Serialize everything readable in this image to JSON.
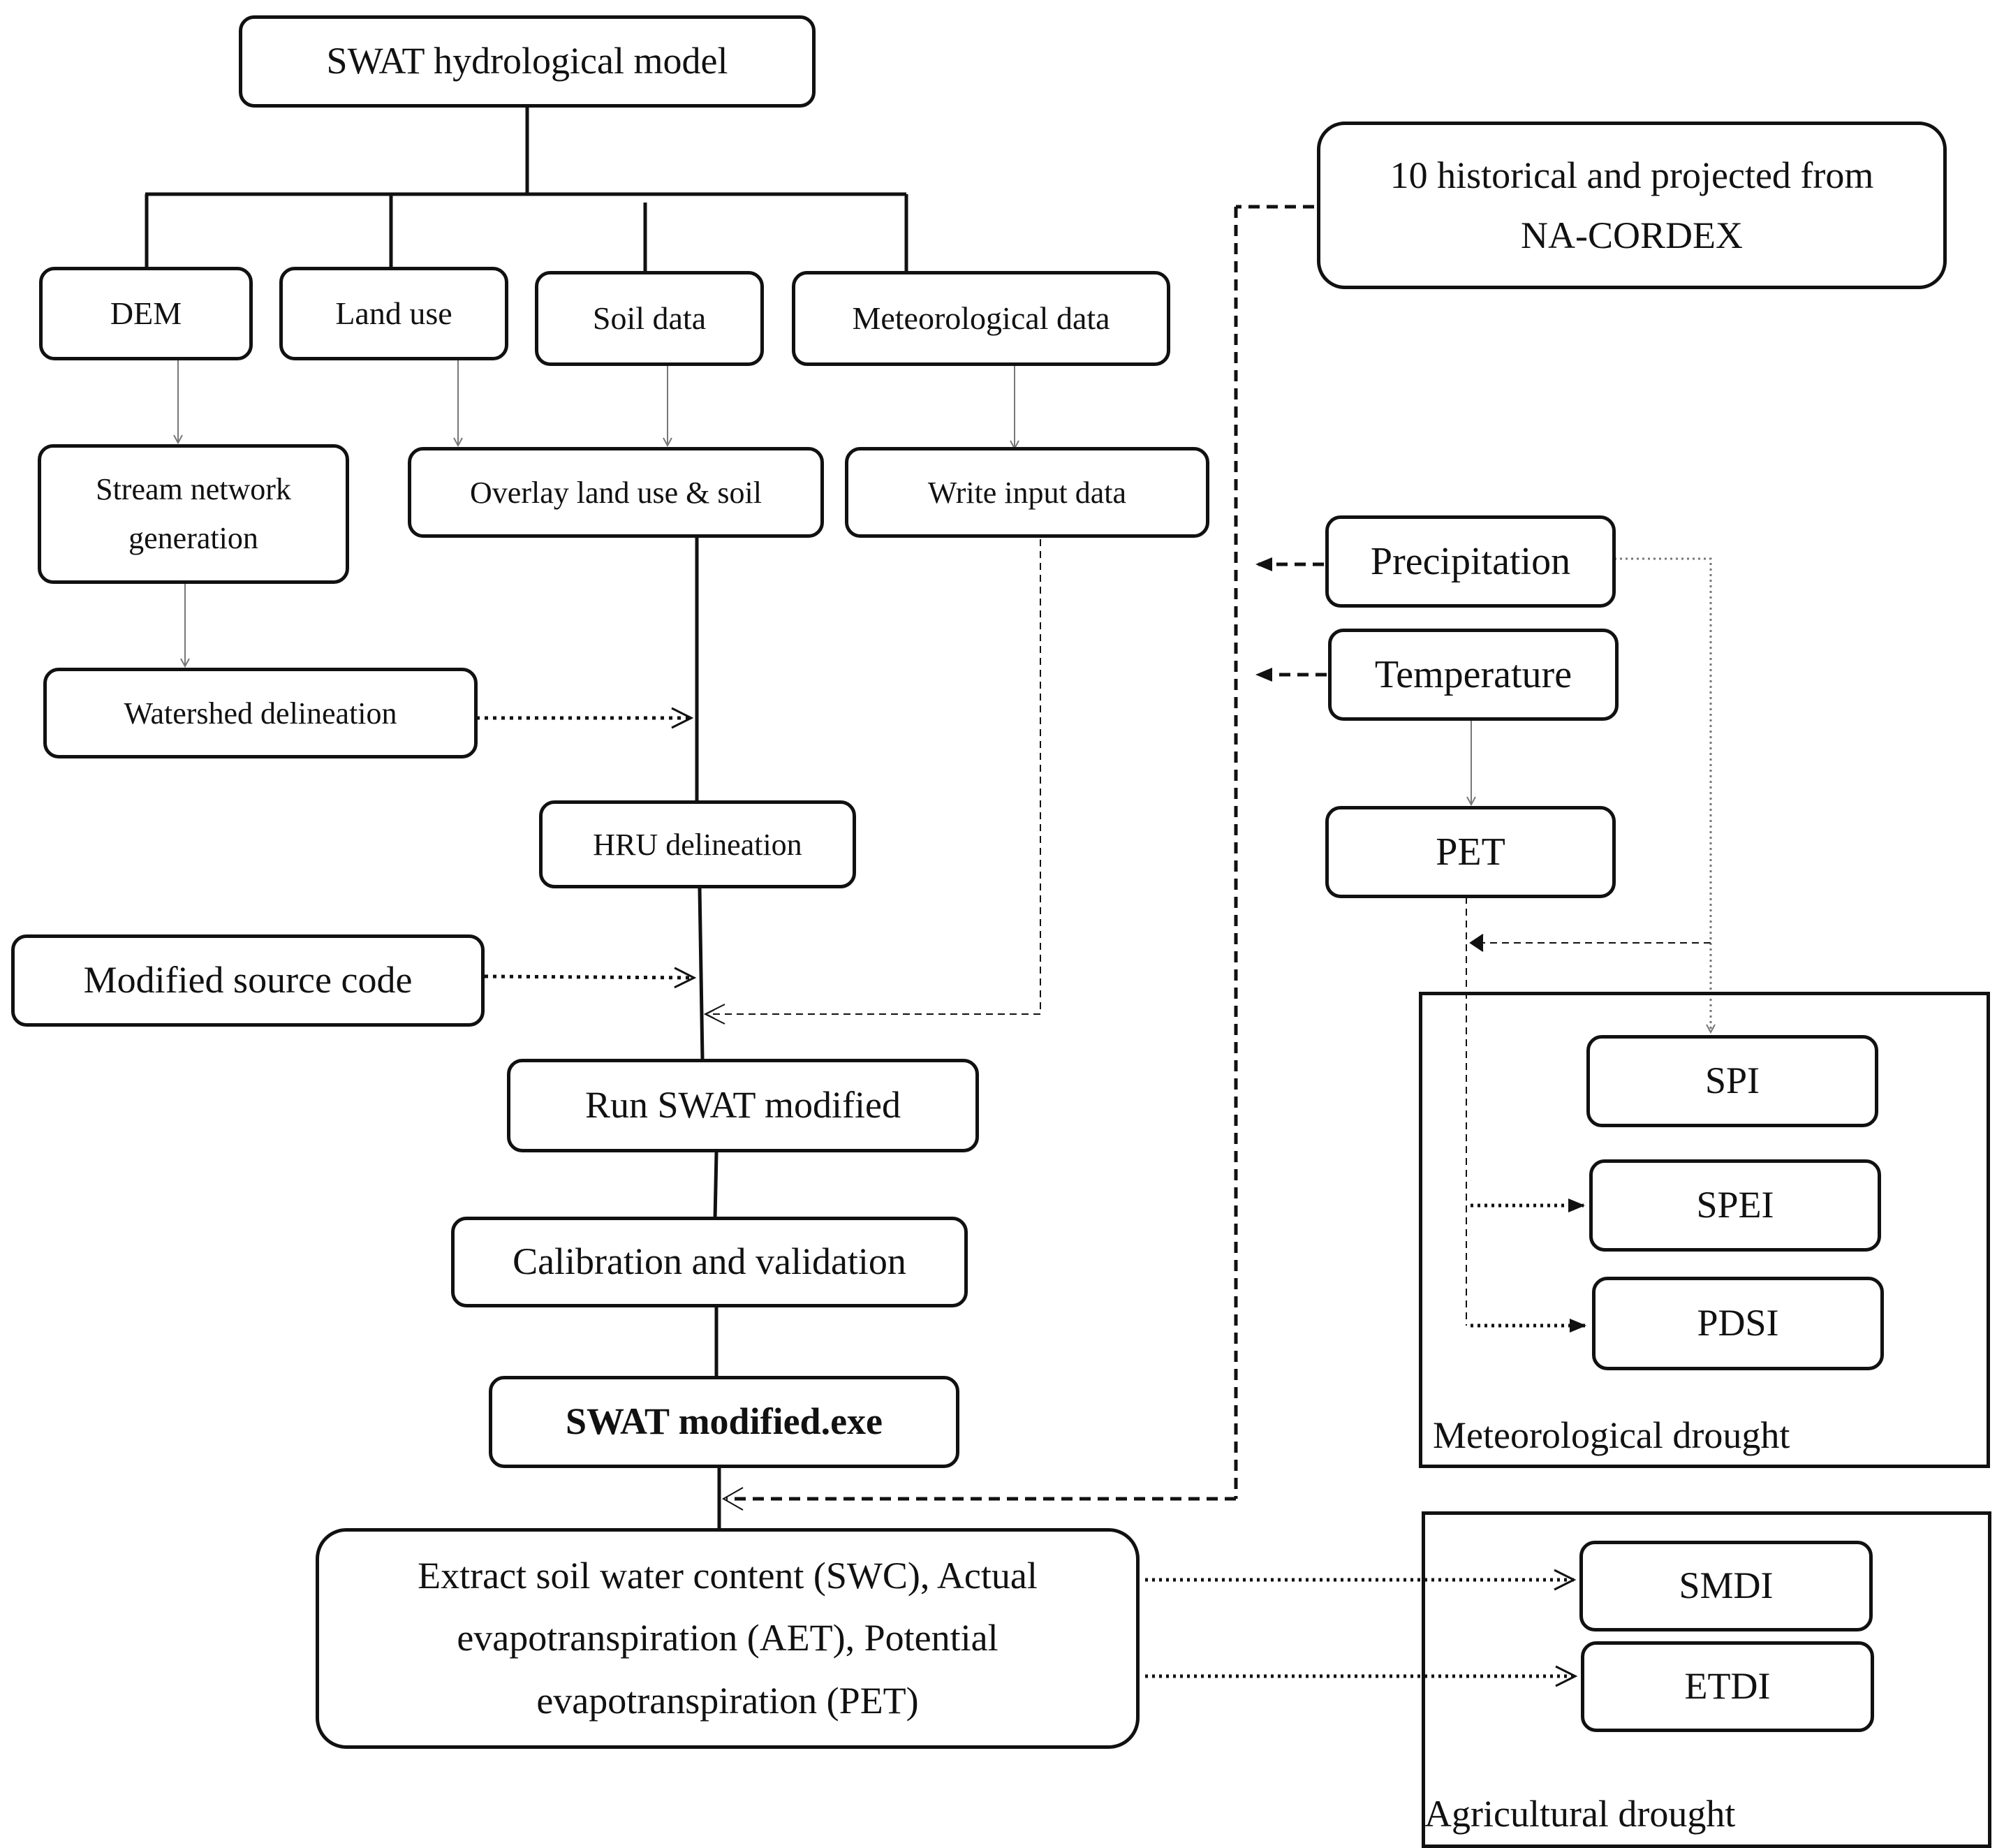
{
  "diagram": {
    "top": {
      "title": "SWAT hydrological model"
    },
    "inputs": {
      "dem": "DEM",
      "land_use": "Land use",
      "soil_data": "Soil data",
      "meteorological_data": "Meteorological data"
    },
    "processing": {
      "stream_network": "Stream network\ngeneration",
      "overlay": "Overlay land use & soil",
      "write_input": "Write input data",
      "watershed": "Watershed delineation",
      "hru": "HRU delineation",
      "modified_source": "Modified source code",
      "run_swat": "Run SWAT modified",
      "calibration": "Calibration and validation",
      "swat_exe": "SWAT modified.exe",
      "extract": "Extract soil water content (SWC), Actual\nevapotranspiration (AET), Potential\nevapotranspiration (PET)"
    },
    "climate": {
      "source": "10 historical and projected from\nNA-CORDEX",
      "precipitation": "Precipitation",
      "temperature": "Temperature",
      "pet": "PET"
    },
    "meteorological_drought": {
      "label": "Meteorological drought",
      "spi": "SPI",
      "spei": "SPEI",
      "pdsi": "PDSI"
    },
    "agricultural_drought": {
      "label": "Agricultural drought",
      "smdi": "SMDI",
      "etdi": "ETDI"
    }
  }
}
